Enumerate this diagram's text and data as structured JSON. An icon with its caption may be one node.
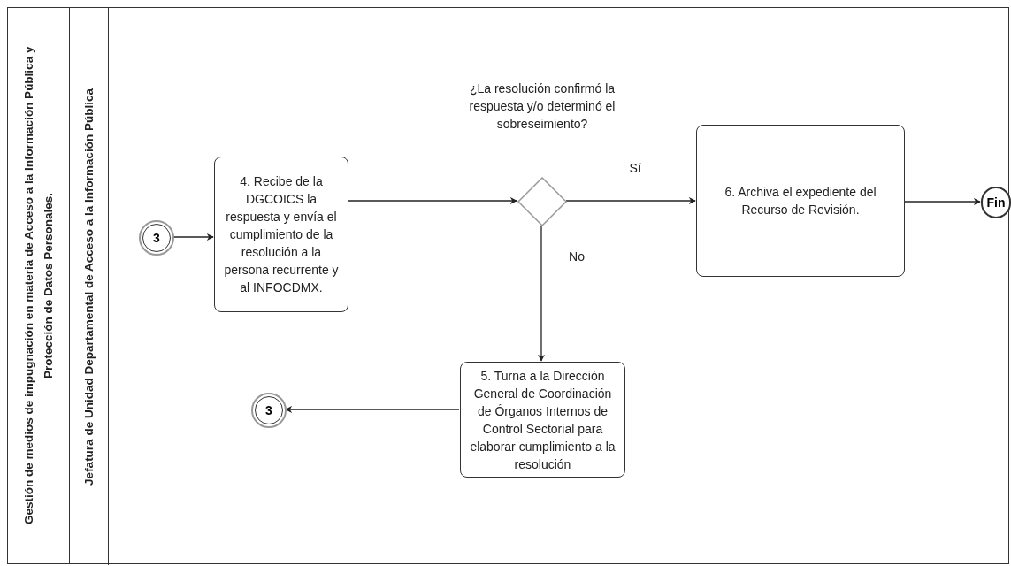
{
  "diagram": {
    "nodes": [
      {
        "text": [
          "Gestión de medios de impugnación en materia de Acceso a la Información Pública y Protección de Datos Personales."
        ]
      },
      {
        "text": [
          "Jefatura de Unidad Departamental de Acceso a la Información Pública"
        ],
        "in": 0
      },
      {
        "text": [
          "3"
        ],
        "in": 1
      },
      {
        "text": [
          "4. Recibe de la DGCOICS la respuesta y envía el cumplimiento de la resolución a la persona recurrente y al INFOCDMX."
        ],
        "in": 1
      },
      {
        "text": [],
        "shape": "diamond",
        "beside": [
          "¿La resolución confirmó la respuesta y/o determinó el sobreseimiento?"
        ],
        "in": 1
      },
      {
        "text": [
          "6. Archiva el expediente del Recurso de Revisión."
        ],
        "in": 1
      },
      {
        "text": [
          "Fin"
        ],
        "in": 1
      },
      {
        "text": [
          "5. Turna a la Dirección General de Coordinación de Órganos Internos de Control Sectorial para elaborar cumplimiento a la resolución"
        ],
        "in": 1
      },
      {
        "text": [
          "3"
        ],
        "in": 1
      }
    ],
    "edges": [
      {
        "from": 2,
        "to": 3,
        "arrow": "to"
      },
      {
        "from": 3,
        "to": 4,
        "arrow": "to"
      },
      {
        "from": 4,
        "to": 5,
        "arrow": "to",
        "label": "Sí"
      },
      {
        "from": 4,
        "to": 7,
        "arrow": "to",
        "label": "No"
      },
      {
        "from": 5,
        "to": 6,
        "arrow": "to"
      },
      {
        "from": 7,
        "to": 8,
        "arrow": "to"
      }
    ]
  }
}
